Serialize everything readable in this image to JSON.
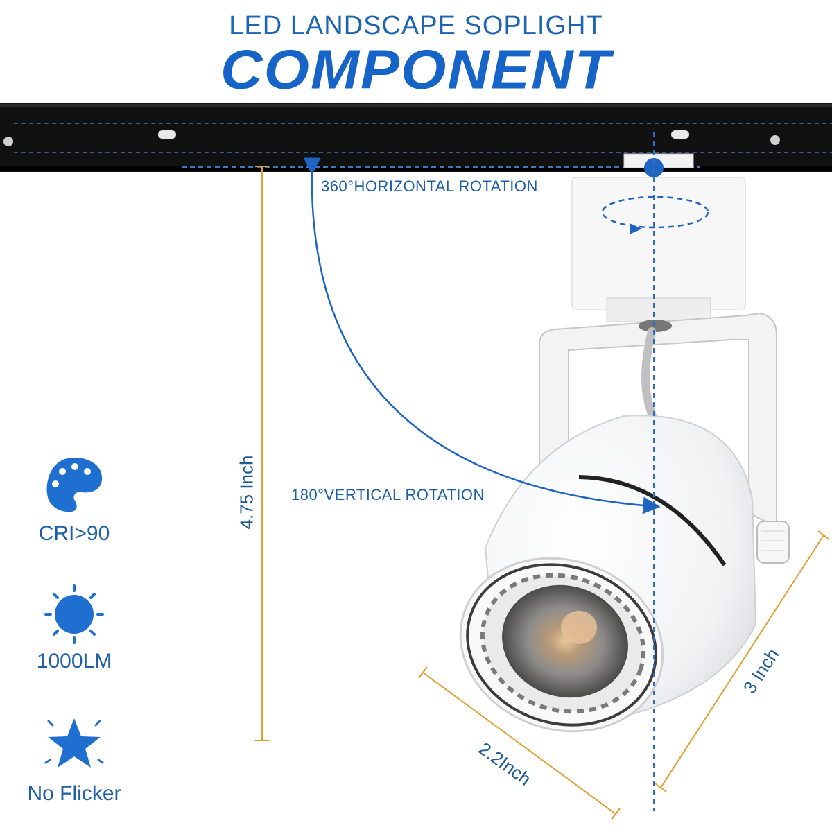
{
  "header": {
    "headline": "LED LANDSCAPE SOPLIGHT",
    "title": "COMPONENT"
  },
  "annotations": {
    "horizontal_rotation": "360°HORIZONTAL ROTATION",
    "vertical_rotation": "180°VERTICAL ROTATION"
  },
  "dimensions": {
    "height": "4.75 Inch",
    "length": "3 Inch",
    "diameter": "2.2Inch"
  },
  "features": [
    {
      "icon": "palette-icon",
      "label": "CRI>90"
    },
    {
      "icon": "sun-icon",
      "label": "1000LM"
    },
    {
      "icon": "star-icon",
      "label": "No Flicker"
    }
  ],
  "colors": {
    "brand_blue": "#1664c8",
    "text_blue": "#1e5fa8",
    "dimension_gold": "#e0a030",
    "track_black": "#111111"
  }
}
